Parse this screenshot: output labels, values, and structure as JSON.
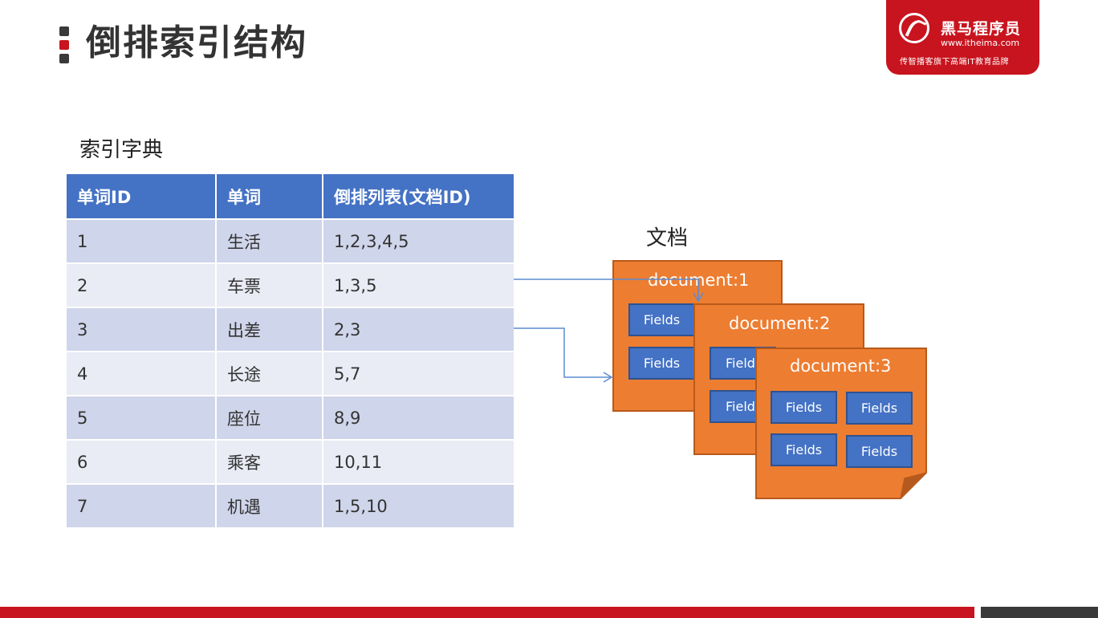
{
  "header": {
    "title": "倒排索引结构"
  },
  "logo": {
    "name": "黑马程序员",
    "url": "www.itheima.com",
    "slogan": "传智播客旗下高端IT教育品牌"
  },
  "dictionary": {
    "title": "索引字典",
    "columns": [
      "单词ID",
      "单词",
      "倒排列表(文档ID)"
    ],
    "rows": [
      [
        "1",
        "生活",
        "1,2,3,4,5"
      ],
      [
        "2",
        "车票",
        "1,3,5"
      ],
      [
        "3",
        "出差",
        "2,3"
      ],
      [
        "4",
        "长途",
        "5,7"
      ],
      [
        "5",
        "座位",
        "8,9"
      ],
      [
        "6",
        "乘客",
        "10,11"
      ],
      [
        "7",
        "机遇",
        "1,5,10"
      ]
    ]
  },
  "documents": {
    "title": "文档",
    "items": [
      {
        "label": "document:1",
        "fields": [
          "Fields",
          "Fields"
        ]
      },
      {
        "label": "document:2",
        "fields": [
          "Fields",
          "Fields"
        ]
      },
      {
        "label": "document:3",
        "fields": [
          "Fields",
          "Fields",
          "Fields",
          "Fields"
        ]
      }
    ]
  },
  "colors": {
    "brand": "#c8141e",
    "table_header": "#4472c4",
    "document": "#ed7d31",
    "field": "#4472c4",
    "arrow": "#5b8bd0"
  }
}
